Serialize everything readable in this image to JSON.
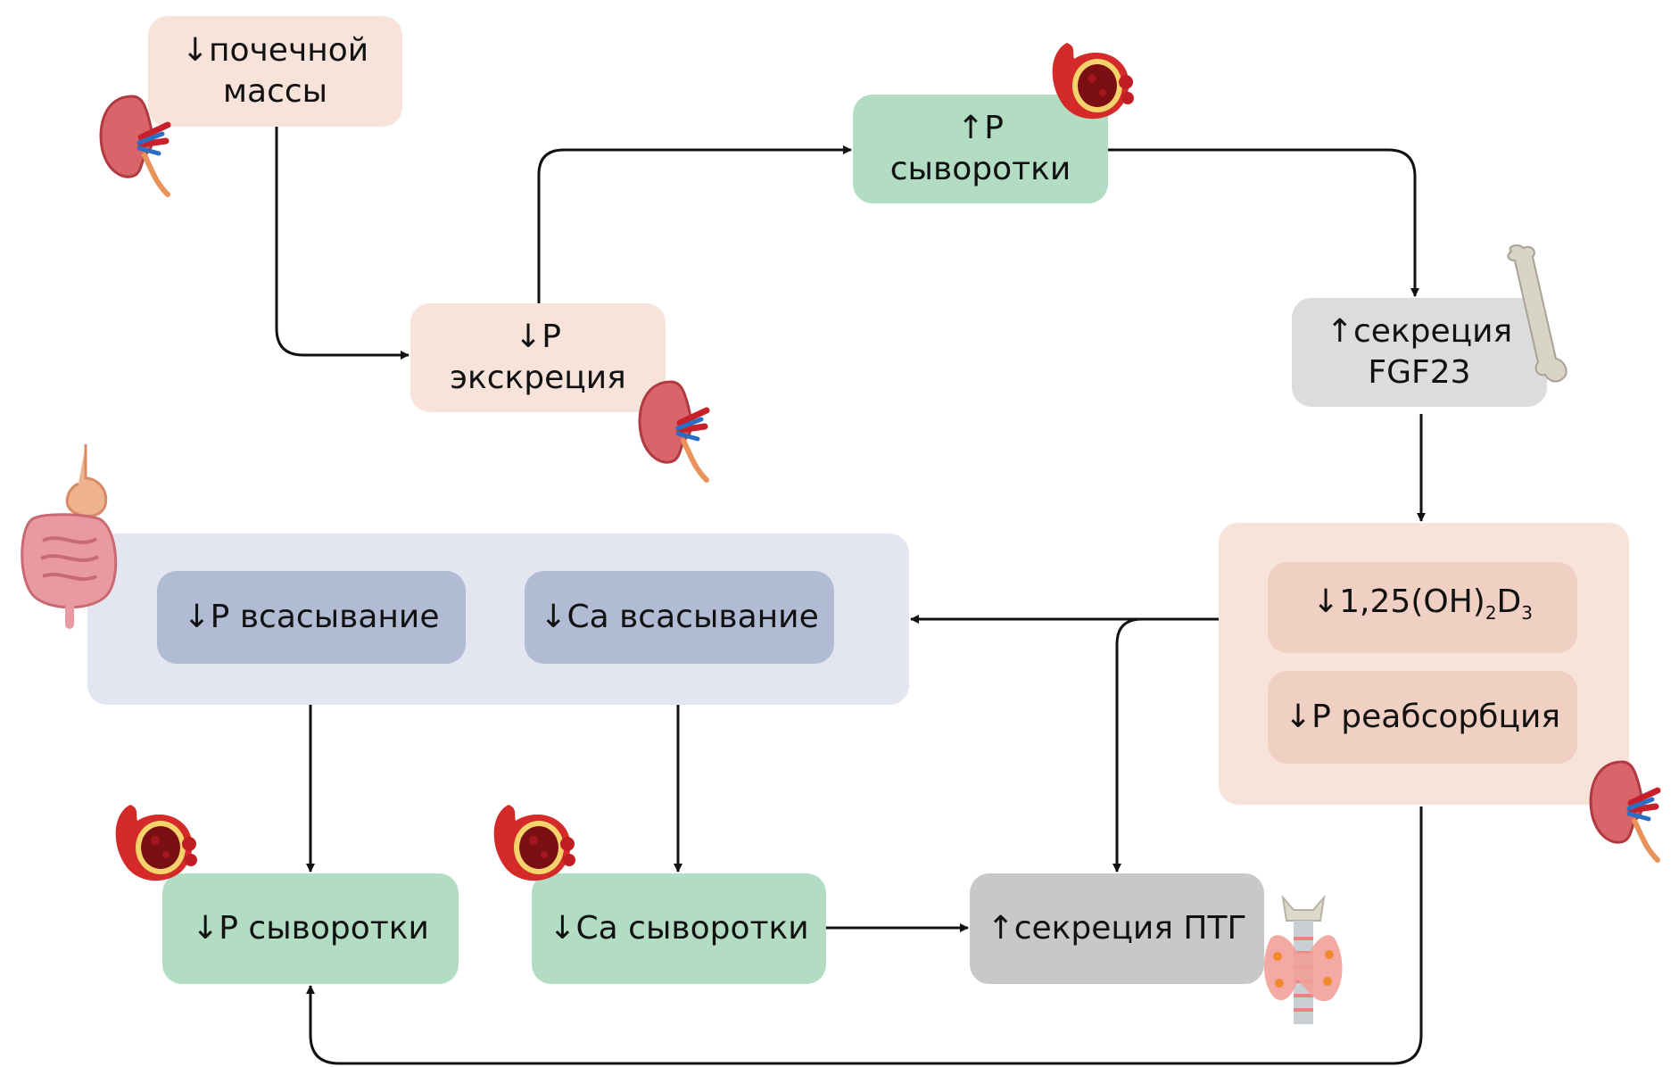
{
  "diagram": {
    "nodes": {
      "renal_mass": {
        "arrow": "↓",
        "text": "почечной\nмассы"
      },
      "p_excretion": {
        "arrow": "↓",
        "text": "P\nэкскреция"
      },
      "p_serum_up": {
        "arrow": "↑",
        "text": "P\nсыворотки"
      },
      "fgf23": {
        "arrow": "↑",
        "text": "секреция\nFGF23"
      },
      "calcitriol": {
        "arrow": "↓",
        "text": "1,25(OH)",
        "sub1": "2",
        "text2": "D",
        "sub2": "3"
      },
      "p_reabsorption": {
        "arrow": "↓",
        "text": "P реабсорбция"
      },
      "p_absorption": {
        "arrow": "↓",
        "text": "P всасывание"
      },
      "ca_absorption": {
        "arrow": "↓",
        "text": "Ca всасывание"
      },
      "p_serum_down": {
        "arrow": "↓",
        "text": "P сыворотки"
      },
      "ca_serum_down": {
        "arrow": "↓",
        "text": "Ca сыворотки"
      },
      "pth": {
        "arrow": "↑",
        "text": "секреция ПТГ"
      }
    },
    "icons": [
      "kidney-icon",
      "kidney-icon",
      "kidney-icon",
      "blood-vessel-icon",
      "blood-vessel-icon",
      "blood-vessel-icon",
      "bone-icon",
      "intestine-icon",
      "thyroid-icon"
    ],
    "edges": [
      [
        "renal_mass",
        "p_excretion"
      ],
      [
        "p_excretion",
        "p_serum_up"
      ],
      [
        "p_serum_up",
        "fgf23"
      ],
      [
        "fgf23",
        "kidney_group"
      ],
      [
        "kidney_group",
        "intestine_group"
      ],
      [
        "kidney_group",
        "pth"
      ],
      [
        "kidney_group",
        "p_serum_down"
      ],
      [
        "p_absorption",
        "p_serum_down"
      ],
      [
        "ca_absorption",
        "ca_serum_down"
      ],
      [
        "ca_serum_down",
        "pth"
      ]
    ],
    "colors": {
      "kidney_box": "#f7e3da",
      "kidney_inner": "#f0d0c2",
      "serum_box": "#b2ddc3",
      "fgf_box": "#dcdcde",
      "pth_box": "#c7c8ca",
      "intestine_panel": "#e3e5f0",
      "intestine_inner": "#b1bbd4"
    }
  }
}
